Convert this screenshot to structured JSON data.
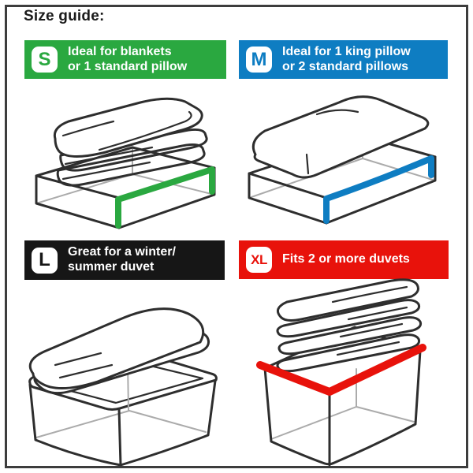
{
  "title": "Size guide:",
  "frame_color": "#3d3d3d",
  "cards": [
    {
      "letter": "S",
      "accent": "#2aa840",
      "line1": "Ideal for blankets",
      "line2": "or 1 standard pillow",
      "illustration": "folded-blankets-on-flat-storage-bag",
      "blanket_fill": "#e2c5ab"
    },
    {
      "letter": "M",
      "accent": "#0e7dc2",
      "line1": "Ideal for 1 king pillow",
      "line2": "or 2 standard pillows",
      "illustration": "king-pillow-on-flat-storage-bag"
    },
    {
      "letter": "L",
      "accent": "#161616",
      "line1": "Great for a winter/",
      "line2": "summer duvet",
      "illustration": "folded-duvet-above-open-storage-box"
    },
    {
      "letter": "XL",
      "accent": "#e8120b",
      "line1": "Fits 2 or more duvets",
      "line2": "",
      "illustration": "stacked-duvets-on-storage-box"
    }
  ]
}
